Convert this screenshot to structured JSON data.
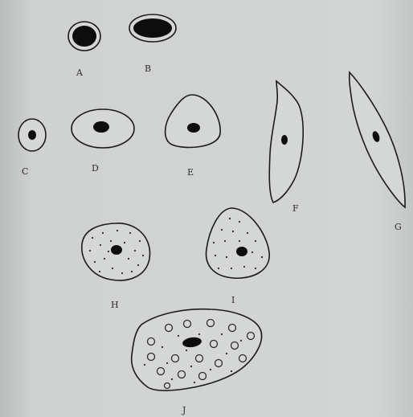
{
  "figure": {
    "labels": {
      "A": "A",
      "B": "B",
      "C": "C",
      "D": "D",
      "E": "E",
      "F": "F",
      "G": "G",
      "H": "H",
      "I": "I",
      "J": "J"
    }
  }
}
